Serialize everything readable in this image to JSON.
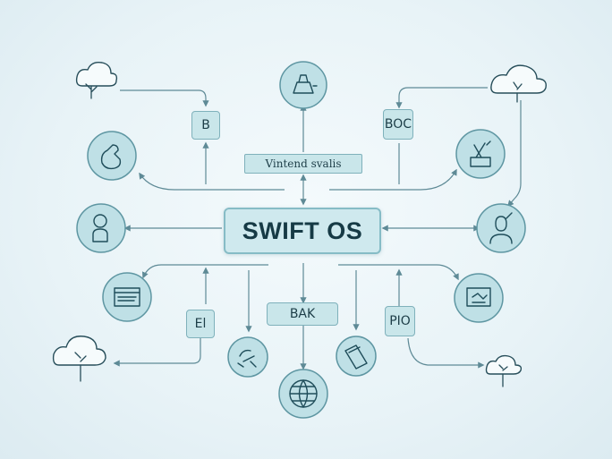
{
  "diagram": {
    "center": {
      "label": "SWIFT OS"
    },
    "top_bar": {
      "label": "Vintend svalis"
    },
    "boxes": {
      "b": "B",
      "boc": "BOC",
      "bak": "BAK",
      "el": "El",
      "pio": "PIO"
    },
    "nodes": [
      "wrench-icon",
      "kettle-icon",
      "tools-icon",
      "user-icon",
      "person-icon",
      "document-icon",
      "monitor-icon",
      "satellite-icon",
      "cup-icon",
      "globe-icon"
    ],
    "clouds": [
      "cloud-top-left",
      "cloud-top-right",
      "cloud-bottom-left",
      "cloud-bottom-right"
    ]
  },
  "colors": {
    "node_fill": "#bfe0e6",
    "node_stroke": "#5e96a2",
    "line": "#5e8a96",
    "text": "#1d3e48"
  }
}
